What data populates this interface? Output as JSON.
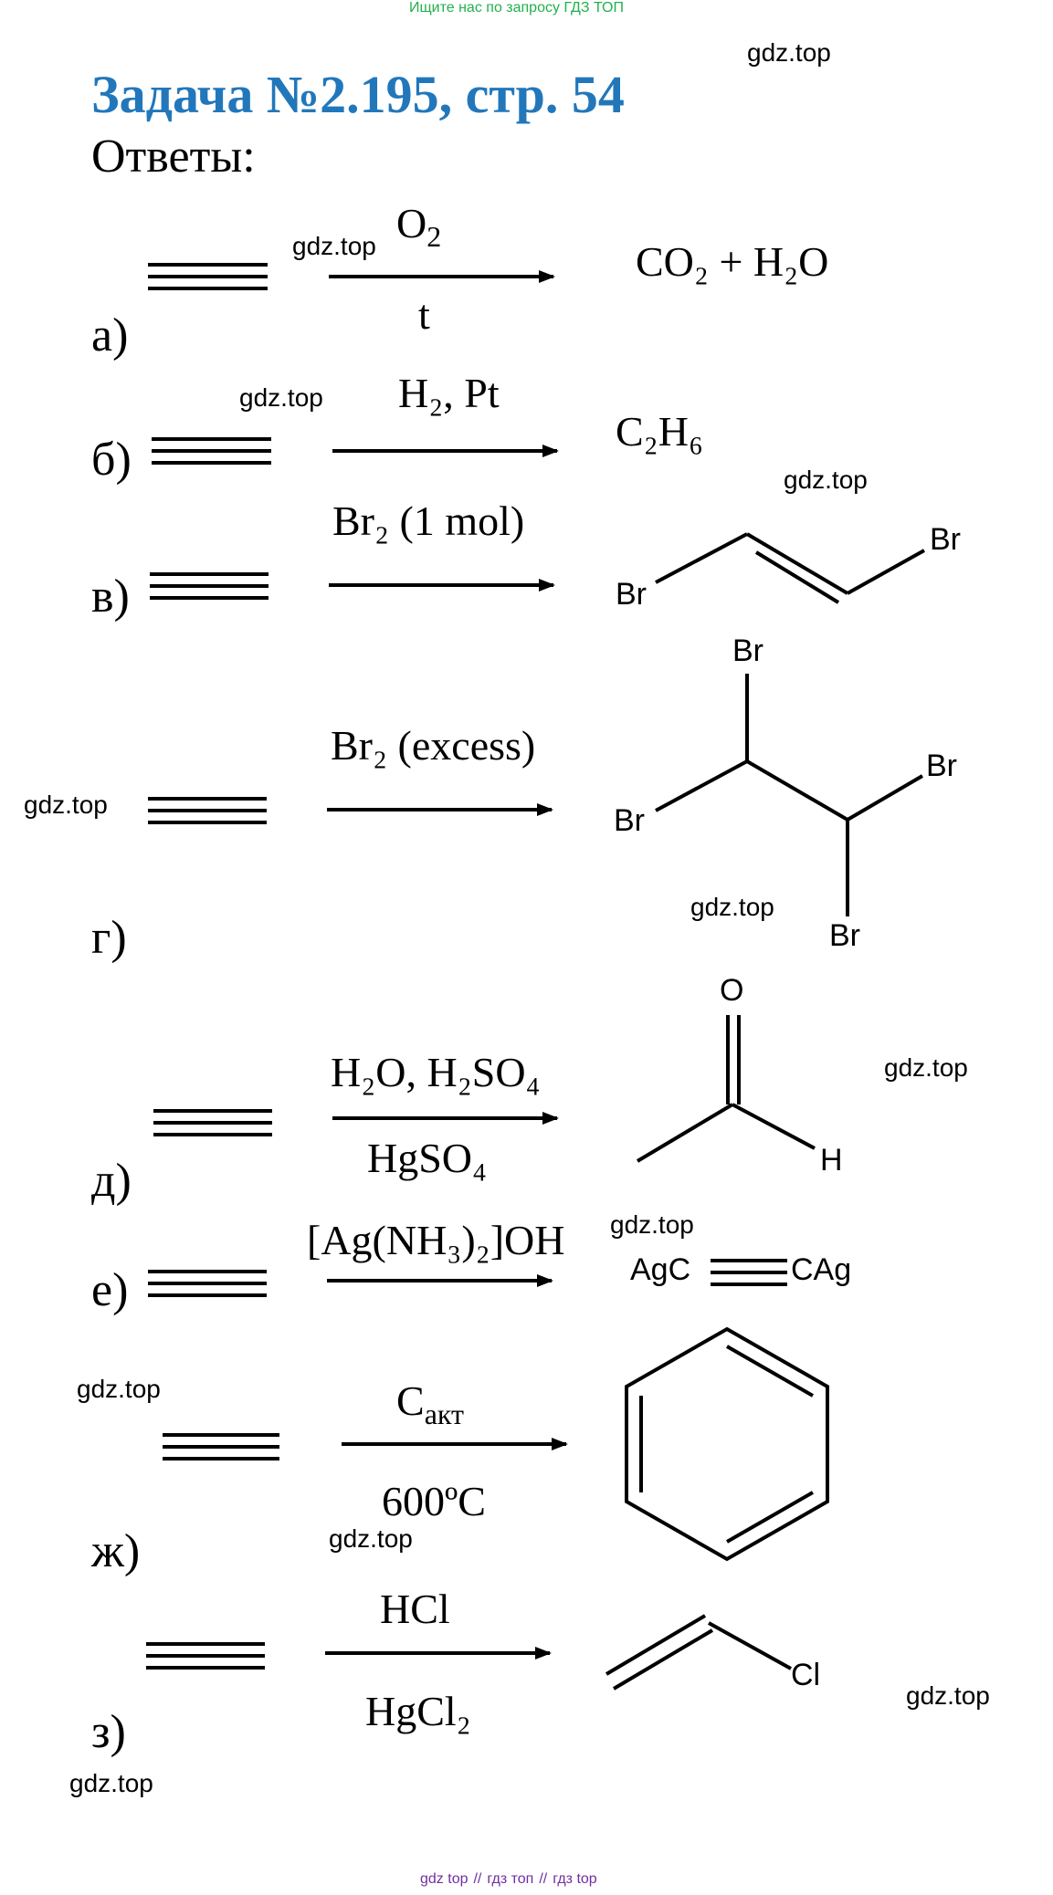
{
  "header": {
    "search_link": "Ищите нас по запросу ГДЗ ТОП"
  },
  "title": "Задача №2.195, стр. 54",
  "answers_label": "Ответы:",
  "watermark": "gdz.top",
  "colors": {
    "title": "#2277bb",
    "top_link": "#22b14c",
    "footer_links": "#7030a0"
  },
  "reactions": [
    {
      "label": "а)",
      "condition_above": {
        "main": "O",
        "sub": "2"
      },
      "condition_below": "t",
      "product": "CO₂ + H₂O"
    },
    {
      "label": "б)",
      "condition_above": "H₂, Pt",
      "product": "C₂H₆"
    },
    {
      "label": "в)",
      "condition_above": "Br₂ (1 mol)",
      "product_atoms": [
        "Br",
        "Br"
      ]
    },
    {
      "label": "г)",
      "condition_above": "Br₂ (excess)",
      "product_atoms": [
        "Br",
        "Br",
        "Br",
        "Br"
      ]
    },
    {
      "label": "д)",
      "condition_above": "H₂O, H₂SO₄",
      "condition_below": "HgSO₄",
      "product_atoms": [
        "O",
        "H"
      ]
    },
    {
      "label": "е)",
      "condition_above": "[Ag(NH₃)₂]OH",
      "product_left": "AgC",
      "product_right": "CAg"
    },
    {
      "label": "ж)",
      "condition_above": {
        "main": "C",
        "sub": "акт"
      },
      "condition_below": "600ºC",
      "product_shape": "benzene"
    },
    {
      "label": "з)",
      "condition_above": "HCl",
      "condition_below": "HgCl₂",
      "product_atoms": [
        "Cl"
      ]
    }
  ],
  "footer": {
    "links": [
      "gdz top",
      "гдз топ",
      "гдз top"
    ],
    "separator": "//"
  }
}
